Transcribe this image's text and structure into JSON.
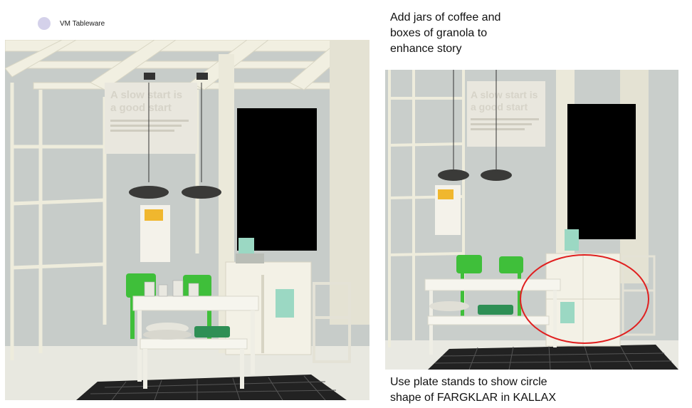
{
  "header": {
    "brand_label": "VM Tableware",
    "brand_dot_color": "#d4d1ea"
  },
  "notes": {
    "top": [
      "Add jars of coffee and",
      "boxes of granola to",
      "enhance story"
    ],
    "bottom": [
      "Use plate stands to show circle",
      "shape of FARGKLAR in KALLAX"
    ]
  },
  "sign": {
    "headline_line1": "A slow start is",
    "headline_line2": "a good start"
  },
  "markup": {
    "circle_color": "#e02020"
  },
  "palette": {
    "wall": "#c7ccc9",
    "shelf": "#f1efe1",
    "green": "#3fbf3a",
    "mint": "#9bd8c3",
    "floor_tile": "#222222"
  }
}
